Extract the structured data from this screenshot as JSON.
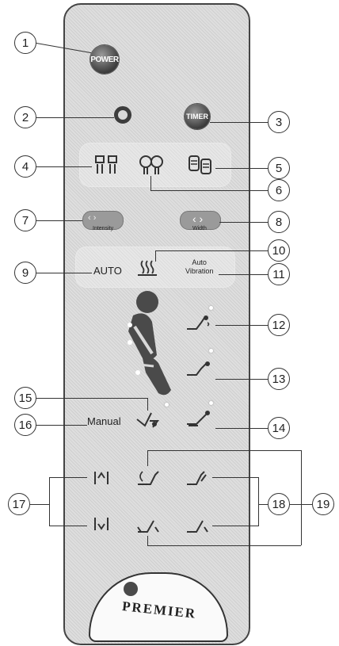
{
  "callouts": [
    "1",
    "2",
    "3",
    "4",
    "5",
    "6",
    "7",
    "8",
    "9",
    "10",
    "11",
    "12",
    "13",
    "14",
    "15",
    "16",
    "17",
    "18",
    "19"
  ],
  "remote": {
    "power_label": "POWER",
    "timer_label": "TIMER",
    "intensity_label": "Intensity",
    "width_label": "Width",
    "auto_label": "AUTO",
    "auto_vibration_label": "Auto\nVibration",
    "manual_label": "Manual",
    "brand_label": "PREMIER"
  }
}
